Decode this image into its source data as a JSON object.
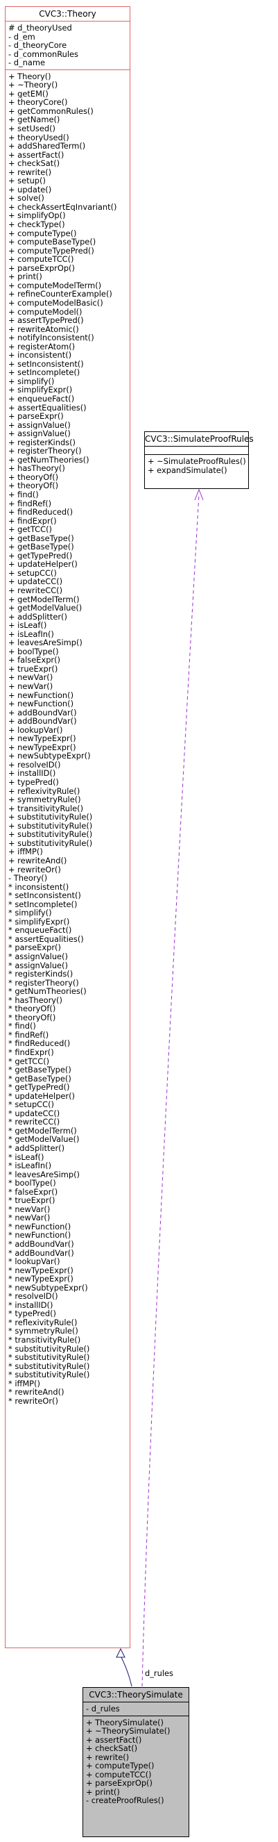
{
  "theory": {
    "title": "CVC3::Theory",
    "attributes": [
      "# d_theoryUsed",
      "- d_em",
      "- d_theoryCore",
      "- d_commonRules",
      "- d_name"
    ],
    "methods": [
      "+ Theory()",
      "+ ~Theory()",
      "+ getEM()",
      "+ theoryCore()",
      "+ getCommonRules()",
      "+ getName()",
      "+ setUsed()",
      "+ theoryUsed()",
      "+ addSharedTerm()",
      "+ assertFact()",
      "+ checkSat()",
      "+ rewrite()",
      "+ setup()",
      "+ update()",
      "+ solve()",
      "+ checkAssertEqInvariant()",
      "+ simplifyOp()",
      "+ checkType()",
      "+ computeType()",
      "+ computeBaseType()",
      "+ computeTypePred()",
      "+ computeTCC()",
      "+ parseExprOp()",
      "+ print()",
      "+ computeModelTerm()",
      "+ refineCounterExample()",
      "+ computeModelBasic()",
      "+ computeModel()",
      "+ assertTypePred()",
      "+ rewriteAtomic()",
      "+ notifyInconsistent()",
      "+ registerAtom()",
      "+ inconsistent()",
      "+ setInconsistent()",
      "+ setIncomplete()",
      "+ simplify()",
      "+ simplifyExpr()",
      "+ enqueueFact()",
      "+ assertEqualities()",
      "+ parseExpr()",
      "+ assignValue()",
      "+ assignValue()",
      "+ registerKinds()",
      "+ registerTheory()",
      "+ getNumTheories()",
      "+ hasTheory()",
      "+ theoryOf()",
      "+ theoryOf()",
      "+ find()",
      "+ findRef()",
      "+ findReduced()",
      "+ findExpr()",
      "+ getTCC()",
      "+ getBaseType()",
      "+ getBaseType()",
      "+ getTypePred()",
      "+ updateHelper()",
      "+ setupCC()",
      "+ updateCC()",
      "+ rewriteCC()",
      "+ getModelTerm()",
      "+ getModelValue()",
      "+ addSplitter()",
      "+ isLeaf()",
      "+ isLeafIn()",
      "+ leavesAreSimp()",
      "+ boolType()",
      "+ falseExpr()",
      "+ trueExpr()",
      "+ newVar()",
      "+ newVar()",
      "+ newFunction()",
      "+ newFunction()",
      "+ addBoundVar()",
      "+ addBoundVar()",
      "+ lookupVar()",
      "+ newTypeExpr()",
      "+ newTypeExpr()",
      "+ newSubtypeExpr()",
      "+ resolveID()",
      "+ installID()",
      "+ typePred()",
      "+ reflexivityRule()",
      "+ symmetryRule()",
      "+ transitivityRule()",
      "+ substitutivityRule()",
      "+ substitutivityRule()",
      "+ substitutivityRule()",
      "+ substitutivityRule()",
      "+ iffMP()",
      "+ rewriteAnd()",
      "+ rewriteOr()",
      "- Theory()",
      "* inconsistent()",
      "* setInconsistent()",
      "* setIncomplete()",
      "* simplify()",
      "* simplifyExpr()",
      "* enqueueFact()",
      "* assertEqualities()",
      "* parseExpr()",
      "* assignValue()",
      "* assignValue()",
      "* registerKinds()",
      "* registerTheory()",
      "* getNumTheories()",
      "* hasTheory()",
      "* theoryOf()",
      "* theoryOf()",
      "* find()",
      "* findRef()",
      "* findReduced()",
      "* findExpr()",
      "* getTCC()",
      "* getBaseType()",
      "* getBaseType()",
      "* getTypePred()",
      "* updateHelper()",
      "* setupCC()",
      "* updateCC()",
      "* rewriteCC()",
      "* getModelTerm()",
      "* getModelValue()",
      "* addSplitter()",
      "* isLeaf()",
      "* isLeafIn()",
      "* leavesAreSimp()",
      "* boolType()",
      "* falseExpr()",
      "* trueExpr()",
      "* newVar()",
      "* newVar()",
      "* newFunction()",
      "* newFunction()",
      "* addBoundVar()",
      "* addBoundVar()",
      "* lookupVar()",
      "* newTypeExpr()",
      "* newTypeExpr()",
      "* newSubtypeExpr()",
      "* resolveID()",
      "* installID()",
      "* typePred()",
      "* reflexivityRule()",
      "* symmetryRule()",
      "* transitivityRule()",
      "* substitutivityRule()",
      "* substitutivityRule()",
      "* substitutivityRule()",
      "* substitutivityRule()",
      "* iffMP()",
      "* rewriteAnd()",
      "* rewriteOr()"
    ]
  },
  "simulate_proof_rules": {
    "title": "CVC3::SimulateProofRules",
    "attributes": [],
    "methods": [
      "+ ~SimulateProofRules()",
      "+ expandSimulate()"
    ]
  },
  "theory_simulate": {
    "title": "CVC3::TheorySimulate",
    "attributes": [
      "- d_rules"
    ],
    "methods": [
      "+ TheorySimulate()",
      "+ ~TheorySimulate()",
      "+ assertFact()",
      "+ checkSat()",
      "+ rewrite()",
      "+ computeType()",
      "+ computeTCC()",
      "+ parseExprOp()",
      "+ print()",
      "- createProofRules()"
    ]
  },
  "edges": {
    "association_label": "d_rules",
    "colors": {
      "inheritance": "#191970",
      "association": "#9a32cd",
      "theory_border": "#e06666"
    }
  }
}
